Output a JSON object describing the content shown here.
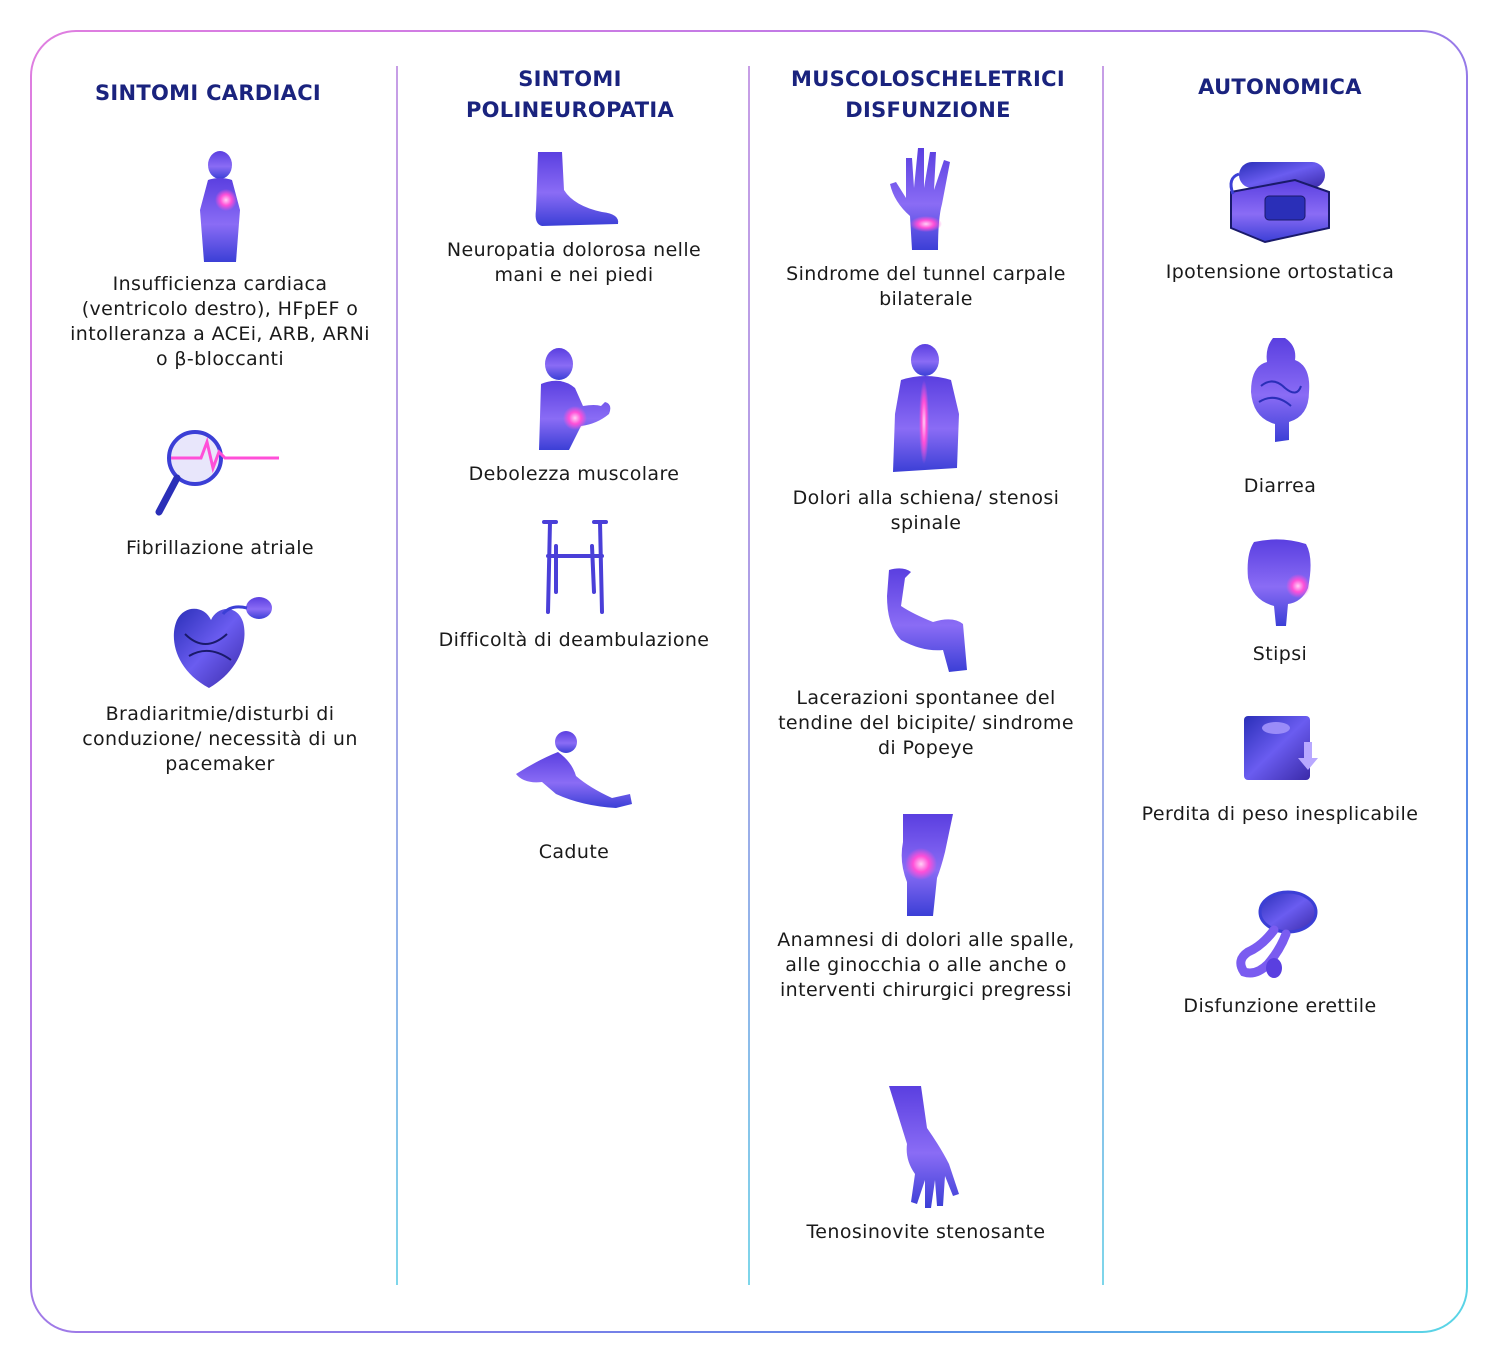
{
  "columns": [
    {
      "title": "SINTOMI CARDIACI",
      "items": [
        {
          "icon": "human-heart-icon",
          "label": "Insufficienza cardiaca (ventricolo destro), HFpEF o intolleranza a ACEi, ARB, ARNi o β-bloccanti"
        },
        {
          "icon": "magnifier-ecg-icon",
          "label": "Fibrillazione atriale"
        },
        {
          "icon": "heart-pacemaker-icon",
          "label": "Bradiaritmie/disturbi di conduzione/ necessità di un pacemaker"
        }
      ]
    },
    {
      "title": "SINTOMI POLINEUROPATIA",
      "items": [
        {
          "icon": "foot-icon",
          "label": "Neuropatia dolorosa nelle mani e nei piedi"
        },
        {
          "icon": "weak-arm-icon",
          "label": "Debolezza muscolare"
        },
        {
          "icon": "walker-icon",
          "label": "Difficoltà di deambulazione"
        },
        {
          "icon": "fallen-person-icon",
          "label": "Cadute"
        }
      ]
    },
    {
      "title": "MUSCOLOSCHELETRICI DISFUNZIONE",
      "items": [
        {
          "icon": "hand-wrist-icon",
          "label": "Sindrome del tunnel carpale bilaterale"
        },
        {
          "icon": "spine-back-icon",
          "label": "Dolori alla schiena/ stenosi spinale"
        },
        {
          "icon": "biceps-arm-icon",
          "label": "Lacerazioni spontanee del tendine del bicipite/ sindrome di Popeye"
        },
        {
          "icon": "knee-icon",
          "label": "Anamnesi di dolori alle spalle, alle ginocchia o alle anche o interventi chirurgici pregressi"
        },
        {
          "icon": "hand-tendon-icon",
          "label": "Tenosinovite stenosante"
        }
      ]
    },
    {
      "title": "AUTONOMICA",
      "items": [
        {
          "icon": "blood-pressure-monitor-icon",
          "label": "Ipotensione ortostatica"
        },
        {
          "icon": "intestine-icon",
          "label": "Diarrea"
        },
        {
          "icon": "colon-icon",
          "label": "Stipsi"
        },
        {
          "icon": "weight-scale-down-icon",
          "label": "Perdita di peso inesplicabile"
        },
        {
          "icon": "male-reproductive-icon",
          "label": "Disfunzione erettile"
        }
      ]
    }
  ],
  "colors": {
    "title": "#1a237e",
    "icon_blue": "#3b3fd6",
    "icon_violet": "#7a5cf0",
    "icon_pink": "#ff4fd8"
  }
}
